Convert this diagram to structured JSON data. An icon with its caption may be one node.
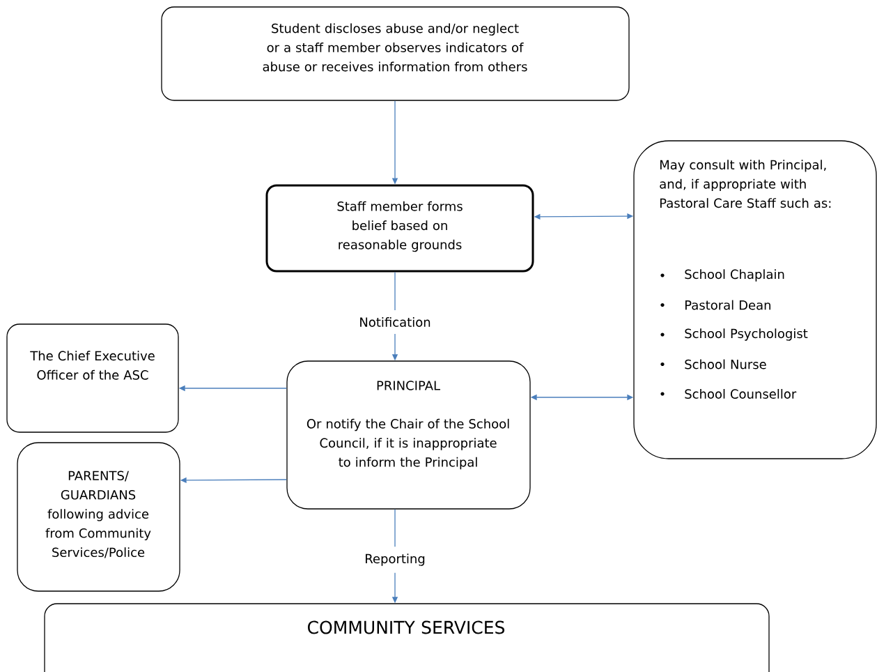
{
  "diagram": {
    "nodes": [
      {
        "text": [
          "Student discloses abuse and/or neglect or a staff member observes indicators of abuse or receives information from others"
        ]
      },
      {
        "text": [
          "Staff member forms belief based on reasonable grounds"
        ]
      },
      {
        "text": [
          "May consult with Principal, and, if appropriate with Pastoral Care Staff such as:",
          "School Chaplain",
          "Pastoral Dean",
          "School Psychologist",
          "School Nurse",
          "School Counsellor"
        ]
      },
      {
        "text": [
          "The Chief Executive Officer of the ASC"
        ]
      },
      {
        "text": [
          "PRINCIPAL",
          "Or notify the Chair of the School Council, if it is inappropriate to inform the Principal"
        ]
      },
      {
        "text": [
          "PARENTS/ GUARDIANS following advice from Community Services/Police"
        ]
      },
      {
        "text": [
          "COMMUNITY SERVICES"
        ]
      }
    ],
    "edges": [
      {
        "from": 0,
        "to": 1,
        "arrow": "to"
      },
      {
        "from": 1,
        "to": 2,
        "arrow": "both"
      },
      {
        "from": 1,
        "to": 4,
        "arrow": "to",
        "label": "Notification"
      },
      {
        "from": 4,
        "to": 3,
        "arrow": "to"
      },
      {
        "from": 4,
        "to": 2,
        "arrow": "both"
      },
      {
        "from": 4,
        "to": 5,
        "arrow": "to"
      },
      {
        "from": 4,
        "to": 6,
        "arrow": "to",
        "label": "Reporting"
      }
    ]
  }
}
